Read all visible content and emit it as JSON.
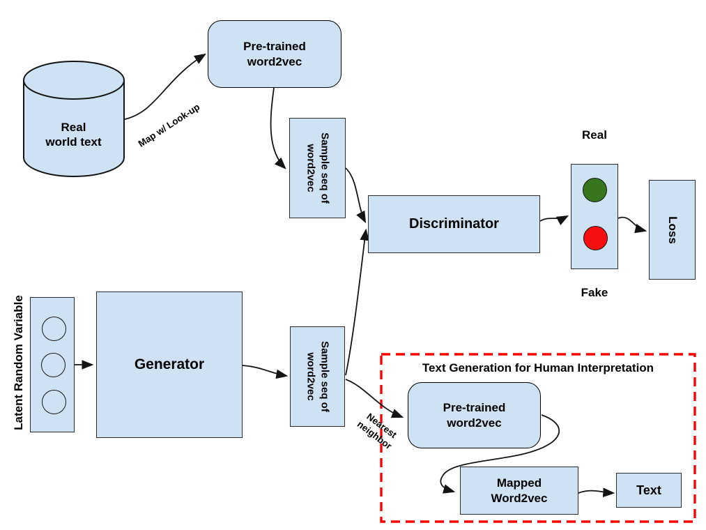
{
  "colors": {
    "box_fill": "#cfe2f3",
    "accent_red": "#ff0000",
    "real_green": "#38761d",
    "fake_red": "#f50f0f",
    "line_black": "#141414"
  },
  "nodes": {
    "real_world_text": {
      "label": "Real\nworld text"
    },
    "pretrained_word2vec_top": {
      "label": "Pre-trained\nword2vec"
    },
    "sample_seq_real": {
      "label": "Sample seq of\nword2vec"
    },
    "discriminator": {
      "label": "Discriminator"
    },
    "indicator": {
      "real_label": "Real",
      "fake_label": "Fake"
    },
    "loss": {
      "label": "Loss"
    },
    "latent": {
      "label": "Latent Random Variable"
    },
    "generator": {
      "label": "Generator"
    },
    "sample_seq_fake": {
      "label": "Sample seq of\nword2vec"
    },
    "dashed_region": {
      "title": "Text Generation for Human Interpretation"
    },
    "pretrained_word2vec_bottom": {
      "label": "Pre-trained\nword2vec"
    },
    "mapped_word2vec": {
      "label": "Mapped\nWord2vec"
    },
    "text_output": {
      "label": "Text"
    }
  },
  "edges": {
    "map_lookup_label": "Map w/ Look-up",
    "nearest_neighbor_label": "Nearest\nneighbor"
  }
}
